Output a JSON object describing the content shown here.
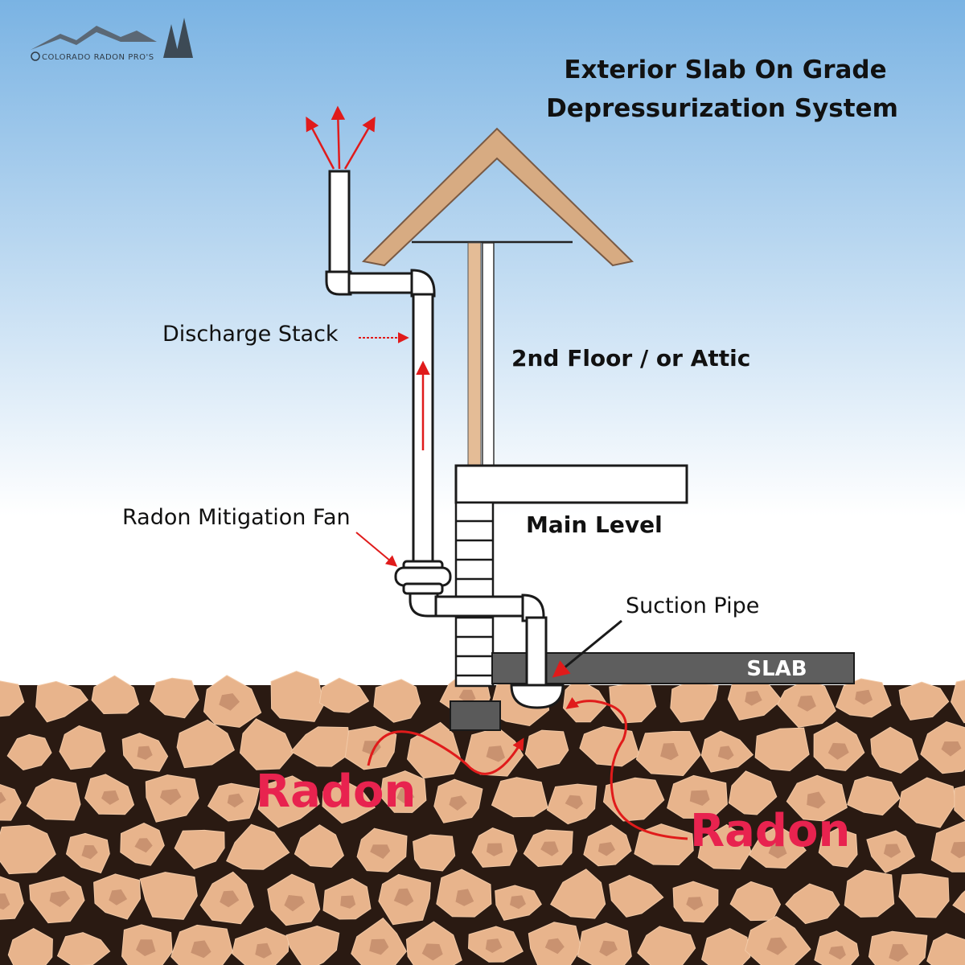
{
  "title": {
    "line1": "Exterior Slab On Grade",
    "line2": "Depressurization System"
  },
  "logo": {
    "text": "COLORADO RADON PRO'S",
    "icon": "mountains-and-pine-trees-icon"
  },
  "labels": {
    "discharge_stack": "Discharge Stack",
    "second_floor": "2nd Floor / or Attic",
    "main_level": "Main Level",
    "fan": "Radon Mitigation Fan",
    "suction_pipe": "Suction Pipe",
    "slab": "SLAB",
    "radon_left": "Radon",
    "radon_right": "Radon"
  },
  "colors": {
    "sky_top": "#7ab3e3",
    "sky_bottom": "#ffffff",
    "soil": "#e8b48c",
    "soil_dark": "#c99270",
    "roof": "#d7ab82",
    "slab": "#5e5e5e",
    "arrow": "#e01b1b",
    "radon_text": "#e8234f"
  }
}
